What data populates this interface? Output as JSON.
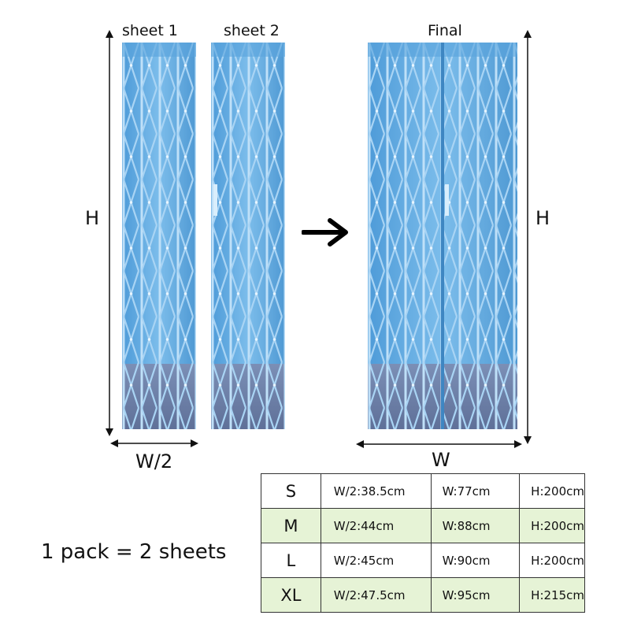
{
  "labels": {
    "sheet1": "sheet 1",
    "sheet2": "sheet 2",
    "final": "Final",
    "height_left": "H",
    "height_right": "H",
    "width_half": "W/2",
    "width_full": "W",
    "pack_note": "1 pack = 2 sheets"
  },
  "colors": {
    "gate_blue": "#6fb1e3",
    "gate_bar": "#a8d3f3",
    "floor": "#6d7fa6",
    "row_shade": "#e6f3d6"
  },
  "arrow_icon": "right-arrow-icon",
  "size_table": {
    "rows": [
      {
        "size": "S",
        "half_width": "W/2:38.5cm",
        "width": "W:77cm",
        "height": "H:200cm",
        "shaded": false
      },
      {
        "size": "M",
        "half_width": "W/2:44cm",
        "width": "W:88cm",
        "height": "H:200cm",
        "shaded": true
      },
      {
        "size": "L",
        "half_width": "W/2:45cm",
        "width": "W:90cm",
        "height": "H:200cm",
        "shaded": false
      },
      {
        "size": "XL",
        "half_width": "W/2:47.5cm",
        "width": "W:95cm",
        "height": "H:215cm",
        "shaded": true
      }
    ]
  }
}
